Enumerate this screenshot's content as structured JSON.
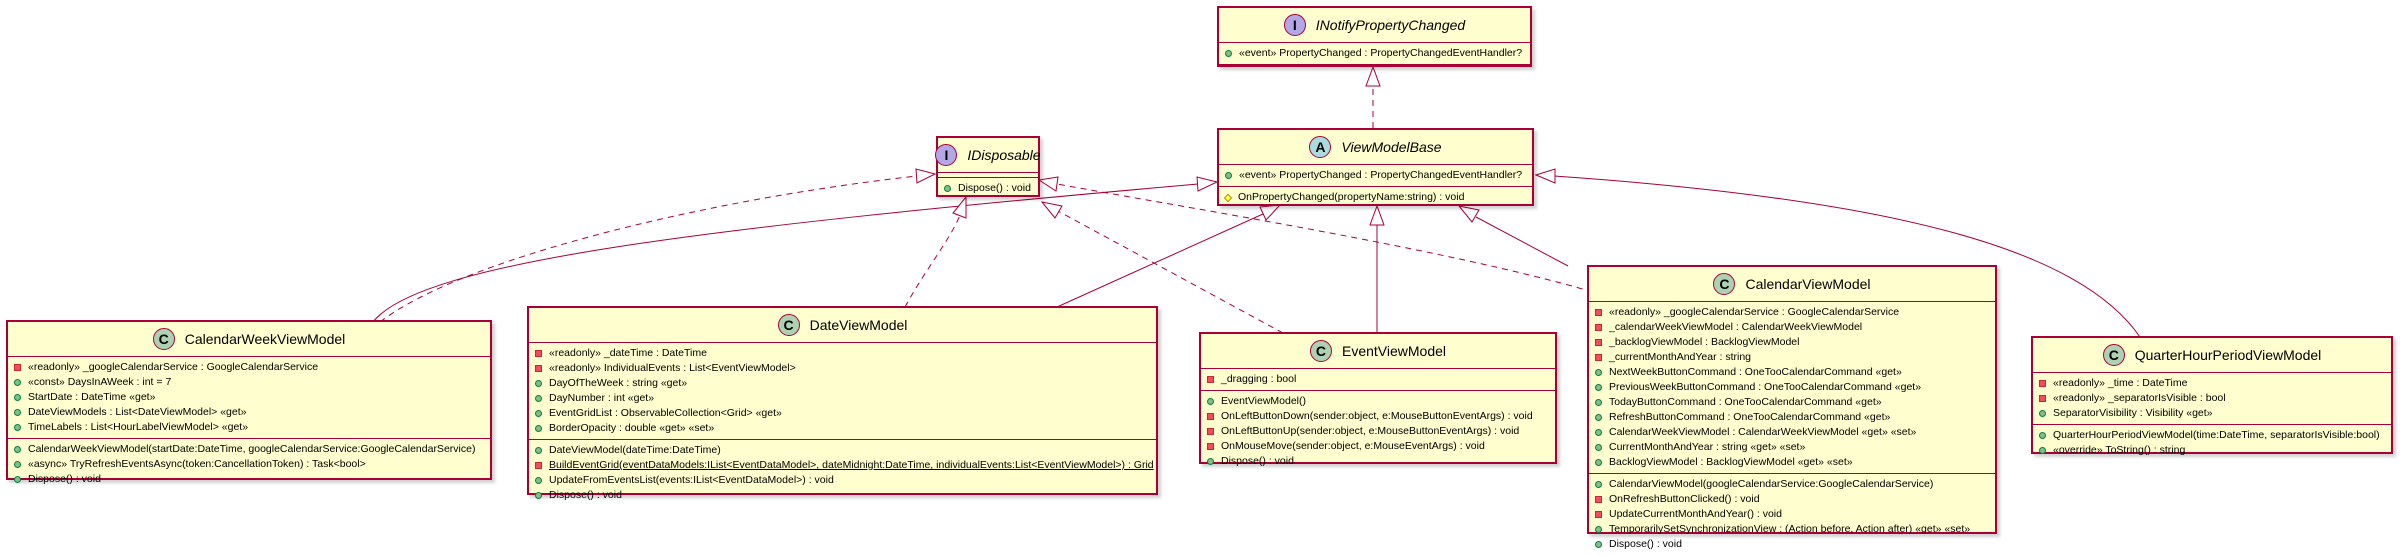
{
  "colors": {
    "border": "#A80036",
    "fill": "#FEFECE",
    "line": "#A80036"
  },
  "classes": {
    "inotify": {
      "stereotype": "I",
      "name": "INotifyPropertyChanged",
      "italic": true,
      "fields": [
        {
          "vis": "pub",
          "text": "«event» PropertyChanged : PropertyChangedEventHandler?"
        }
      ],
      "methods": []
    },
    "idisposable": {
      "stereotype": "I",
      "name": "IDisposable",
      "italic": true,
      "fields": [],
      "methods": [
        {
          "vis": "pub",
          "text": "Dispose() : void"
        }
      ]
    },
    "viewmodelbase": {
      "stereotype": "A",
      "name": "ViewModelBase",
      "italic": true,
      "fields": [
        {
          "vis": "pub",
          "text": "«event» PropertyChanged : PropertyChangedEventHandler?"
        }
      ],
      "methods": [
        {
          "vis": "prot",
          "text": "OnPropertyChanged(propertyName:string) : void"
        }
      ]
    },
    "calendarweek": {
      "stereotype": "C",
      "name": "CalendarWeekViewModel",
      "italic": false,
      "fields": [
        {
          "vis": "priv",
          "text": "«readonly» _googleCalendarService : GoogleCalendarService"
        },
        {
          "vis": "pub",
          "text": "«const» DaysInAWeek : int = 7"
        },
        {
          "vis": "pub",
          "text": "StartDate : DateTime «get»"
        },
        {
          "vis": "pub",
          "text": "DateViewModels : List<DateViewModel> «get»"
        },
        {
          "vis": "pub",
          "text": "TimeLabels : List<HourLabelViewModel> «get»"
        }
      ],
      "methods": [
        {
          "vis": "pub",
          "text": "CalendarWeekViewModel(startDate:DateTime, googleCalendarService:GoogleCalendarService)"
        },
        {
          "vis": "pub",
          "text": "«async» TryRefreshEventsAsync(token:CancellationToken) : Task<bool>"
        },
        {
          "vis": "pub",
          "text": "Dispose() : void"
        }
      ]
    },
    "dateview": {
      "stereotype": "C",
      "name": "DateViewModel",
      "italic": false,
      "fields": [
        {
          "vis": "priv",
          "text": "«readonly» _dateTime : DateTime"
        },
        {
          "vis": "priv",
          "text": "«readonly» IndividualEvents : List<EventViewModel>"
        },
        {
          "vis": "pub",
          "text": "DayOfTheWeek : string «get»"
        },
        {
          "vis": "pub",
          "text": "DayNumber : int «get»"
        },
        {
          "vis": "pub",
          "text": "EventGridList : ObservableCollection<Grid> «get»"
        },
        {
          "vis": "pub",
          "text": "BorderOpacity : double «get» «set»"
        }
      ],
      "methods": [
        {
          "vis": "pub",
          "text": "DateViewModel(dateTime:DateTime)"
        },
        {
          "vis": "priv",
          "text": "BuildEventGrid(eventDataModels:IList<EventDataModel>, dateMidnight:DateTime, individualEvents:List<EventViewModel>) : Grid",
          "underline": true
        },
        {
          "vis": "pub",
          "text": "UpdateFromEventsList(events:IList<EventDataModel>) : void"
        },
        {
          "vis": "pub",
          "text": "Dispose() : void"
        }
      ]
    },
    "eventview": {
      "stereotype": "C",
      "name": "EventViewModel",
      "italic": false,
      "fields": [
        {
          "vis": "priv",
          "text": "_dragging : bool"
        }
      ],
      "methods": [
        {
          "vis": "pub",
          "text": "EventViewModel()"
        },
        {
          "vis": "priv",
          "text": "OnLeftButtonDown(sender:object, e:MouseButtonEventArgs) : void"
        },
        {
          "vis": "priv",
          "text": "OnLeftButtonUp(sender:object, e:MouseButtonEventArgs) : void"
        },
        {
          "vis": "priv",
          "text": "OnMouseMove(sender:object, e:MouseEventArgs) : void"
        },
        {
          "vis": "pub",
          "text": "Dispose() : void"
        }
      ]
    },
    "calendarview": {
      "stereotype": "C",
      "name": "CalendarViewModel",
      "italic": false,
      "fields": [
        {
          "vis": "priv",
          "text": "«readonly» _googleCalendarService : GoogleCalendarService"
        },
        {
          "vis": "priv",
          "text": "_calendarWeekViewModel : CalendarWeekViewModel"
        },
        {
          "vis": "priv",
          "text": "_backlogViewModel : BacklogViewModel"
        },
        {
          "vis": "priv",
          "text": "_currentMonthAndYear : string"
        },
        {
          "vis": "pub",
          "text": "NextWeekButtonCommand : OneTooCalendarCommand «get»"
        },
        {
          "vis": "pub",
          "text": "PreviousWeekButtonCommand : OneTooCalendarCommand «get»"
        },
        {
          "vis": "pub",
          "text": "TodayButtonCommand : OneTooCalendarCommand «get»"
        },
        {
          "vis": "pub",
          "text": "RefreshButtonCommand : OneTooCalendarCommand «get»"
        },
        {
          "vis": "pub",
          "text": "CalendarWeekViewModel : CalendarWeekViewModel «get» «set»"
        },
        {
          "vis": "pub",
          "text": "CurrentMonthAndYear : string «get» «set»"
        },
        {
          "vis": "pub",
          "text": "BacklogViewModel : BacklogViewModel «get» «set»"
        }
      ],
      "methods": [
        {
          "vis": "pub",
          "text": "CalendarViewModel(googleCalendarService:GoogleCalendarService)"
        },
        {
          "vis": "priv",
          "text": "OnRefreshButtonClicked() : void"
        },
        {
          "vis": "priv",
          "text": "UpdateCurrentMonthAndYear() : void"
        },
        {
          "vis": "pub",
          "text": "TemporarilySetSynchronizationView : (Action before, Action after) «get» «set»"
        },
        {
          "vis": "pub",
          "text": "Dispose() : void"
        }
      ]
    },
    "quarterhour": {
      "stereotype": "C",
      "name": "QuarterHourPeriodViewModel",
      "italic": false,
      "fields": [
        {
          "vis": "priv",
          "text": "«readonly» _time : DateTime"
        },
        {
          "vis": "priv",
          "text": "«readonly» _separatorIsVisible : bool"
        },
        {
          "vis": "pub",
          "text": "SeparatorVisibility : Visibility «get»"
        }
      ],
      "methods": [
        {
          "vis": "pub",
          "text": "QuarterHourPeriodViewModel(time:DateTime, separatorIsVisible:bool)"
        },
        {
          "vis": "pub",
          "text": "«override» ToString() : string"
        }
      ]
    }
  }
}
